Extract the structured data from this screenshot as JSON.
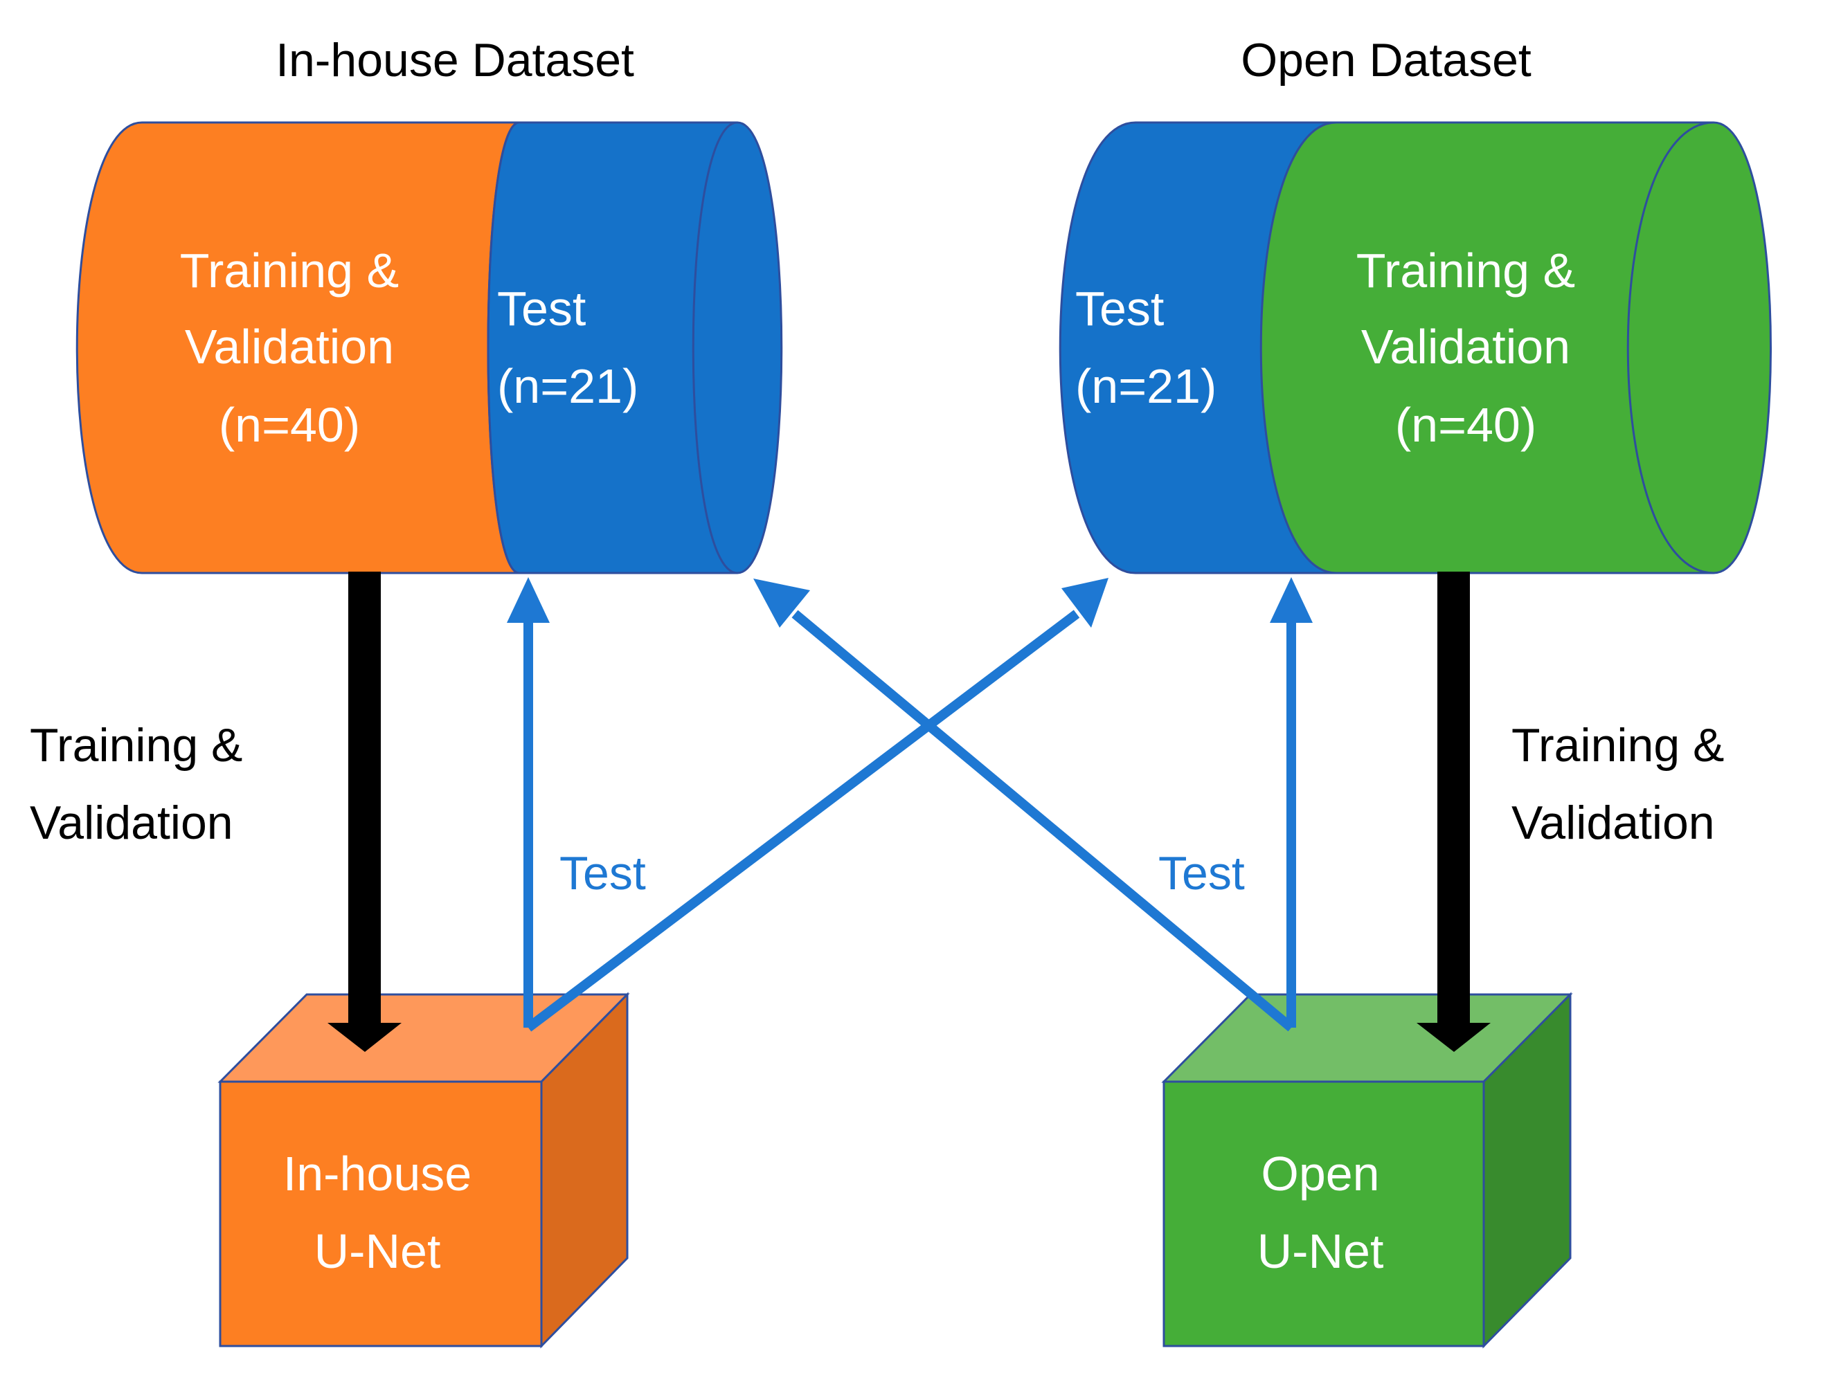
{
  "colors": {
    "orange": "#FD7F22",
    "orange_top": "#FE985A",
    "orange_side": "#DA6A1D",
    "blue": "#1572C9",
    "green": "#45AE38",
    "green_top": "#73BE67",
    "green_side": "#388B2D",
    "outline": "#2E4E9E",
    "arrow_blue": "#1E78D3",
    "black": "#000000",
    "white": "#FFFFFF"
  },
  "datasets": {
    "inhouse": {
      "title": "In-house Dataset",
      "train_line1": "Training &",
      "train_line2": "Validation",
      "train_line3": "(n=40)",
      "test_line1": "Test",
      "test_line2": "(n=21)"
    },
    "open": {
      "title": "Open Dataset",
      "test_line1": "Test",
      "test_line2": "(n=21)",
      "train_line1": "Training &",
      "train_line2": "Validation",
      "train_line3": "(n=40)"
    }
  },
  "models": {
    "inhouse": {
      "line1": "In-house",
      "line2": "U-Net"
    },
    "open": {
      "line1": "Open",
      "line2": "U-Net"
    }
  },
  "arrow_labels": {
    "left_training_line1": "Training &",
    "left_training_line2": "Validation",
    "right_training_line1": "Training &",
    "right_training_line2": "Validation",
    "left_test": "Test",
    "right_test": "Test"
  }
}
